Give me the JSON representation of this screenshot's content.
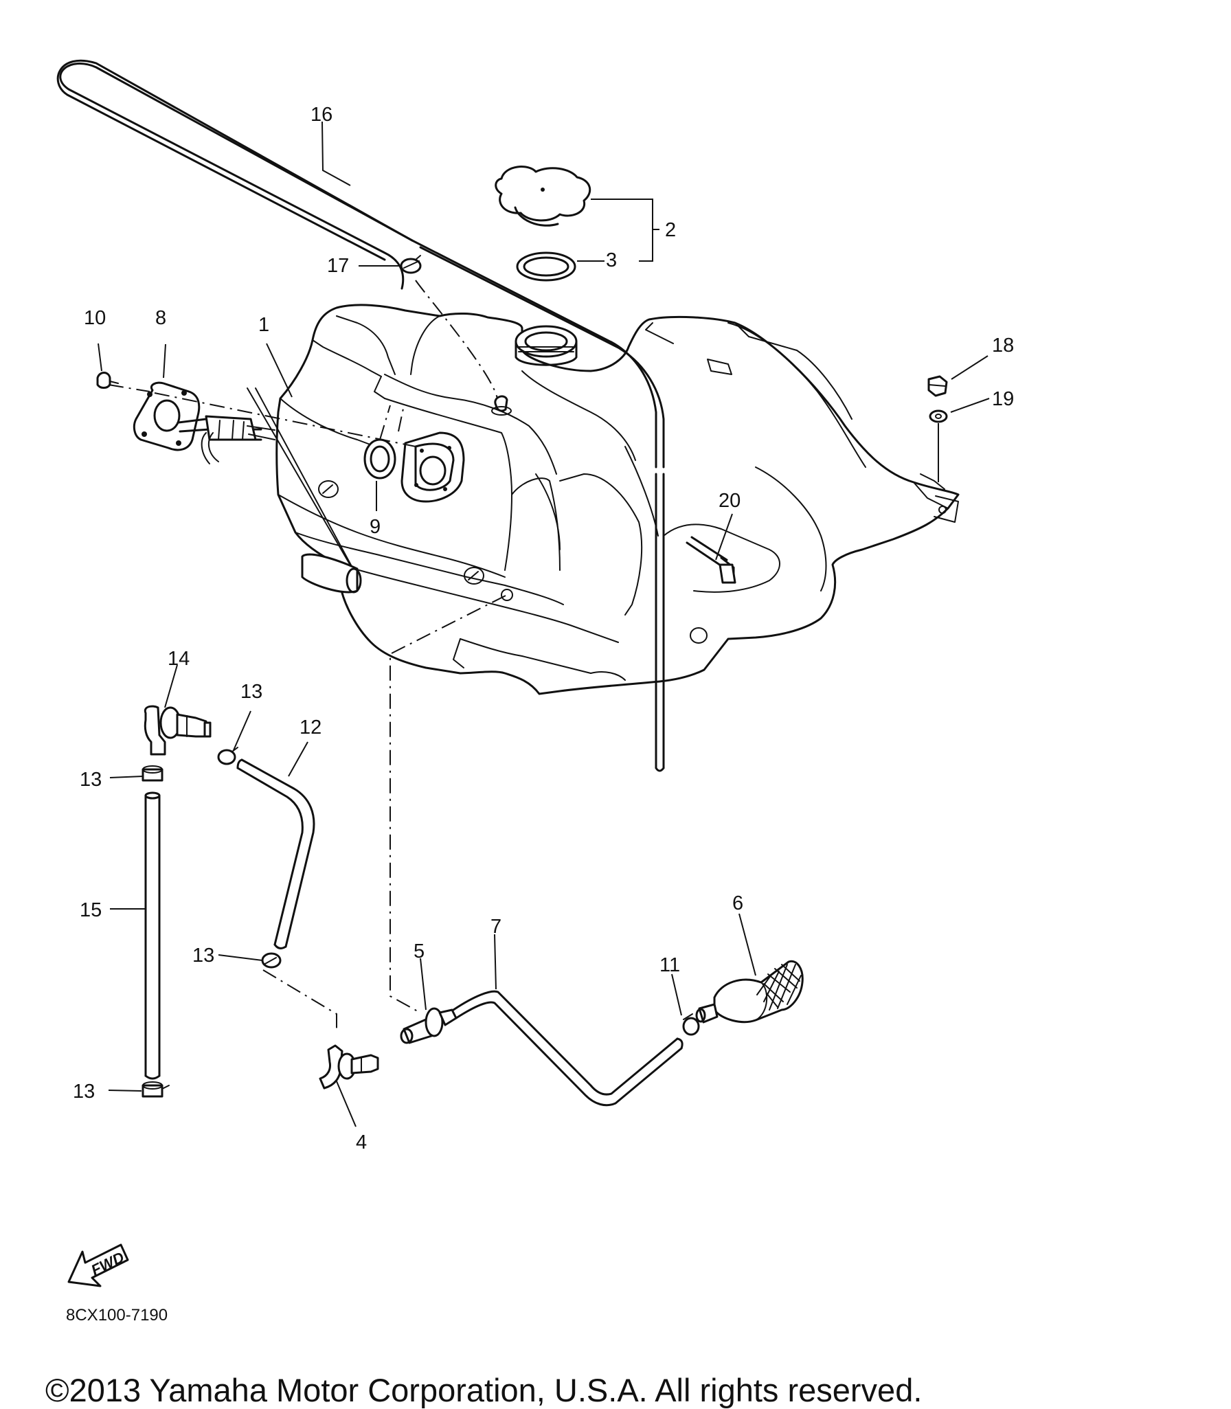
{
  "diagram": {
    "callouts": [
      {
        "id": "c1",
        "text": "1"
      },
      {
        "id": "c2",
        "text": "2"
      },
      {
        "id": "c3",
        "text": "3"
      },
      {
        "id": "c4",
        "text": "4"
      },
      {
        "id": "c5",
        "text": "5"
      },
      {
        "id": "c6",
        "text": "6"
      },
      {
        "id": "c7",
        "text": "7"
      },
      {
        "id": "c8",
        "text": "8"
      },
      {
        "id": "c9",
        "text": "9"
      },
      {
        "id": "c10",
        "text": "10"
      },
      {
        "id": "c11",
        "text": "11"
      },
      {
        "id": "c12",
        "text": "12"
      },
      {
        "id": "c13a",
        "text": "13"
      },
      {
        "id": "c13b",
        "text": "13"
      },
      {
        "id": "c13c",
        "text": "13"
      },
      {
        "id": "c13d",
        "text": "13"
      },
      {
        "id": "c14",
        "text": "14"
      },
      {
        "id": "c15",
        "text": "15"
      },
      {
        "id": "c16",
        "text": "16"
      },
      {
        "id": "c17",
        "text": "17"
      },
      {
        "id": "c18",
        "text": "18"
      },
      {
        "id": "c19",
        "text": "19"
      },
      {
        "id": "c20",
        "text": "20"
      }
    ],
    "fwd_label": "FWD",
    "drawing_code": "8CX100-7190"
  },
  "footer": {
    "copyright": "©2013 Yamaha Motor Corporation, U.S.A. All rights reserved."
  }
}
